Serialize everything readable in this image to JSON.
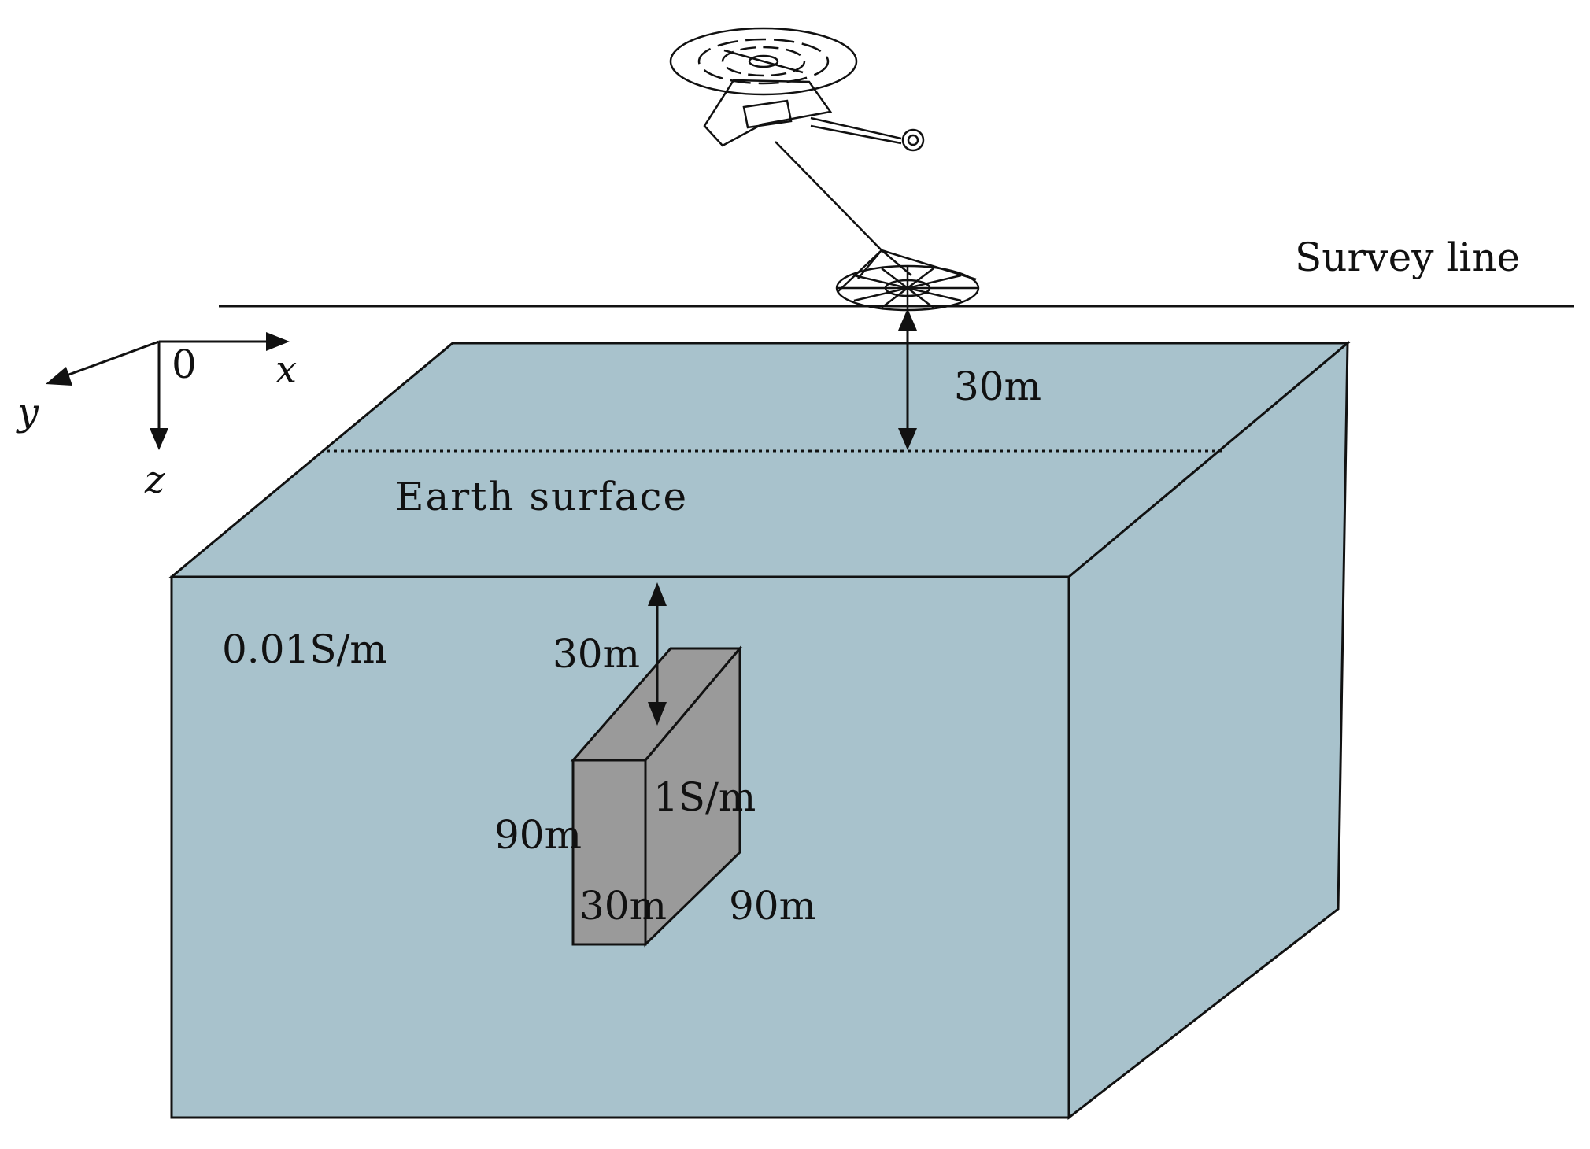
{
  "labels": {
    "survey_line": "Survey line",
    "earth_surface": "Earth surface",
    "flight_height": "30m",
    "background_conductivity": "0.01S/m",
    "anomaly_depth": "30m",
    "anomaly_conductivity": "1S/m",
    "anomaly_height": "90m",
    "anomaly_width": "30m",
    "anomaly_length": "90m"
  },
  "axes": {
    "origin": "0",
    "x": "x",
    "y": "y",
    "z": "z"
  },
  "colors": {
    "earth": "#a8c2cc",
    "anomaly": "#9a9a9a",
    "line": "#111111",
    "background": "#ffffff"
  },
  "icons": {
    "aircraft": "helicopter-icon",
    "transmitter": "tem-loop-icon"
  }
}
